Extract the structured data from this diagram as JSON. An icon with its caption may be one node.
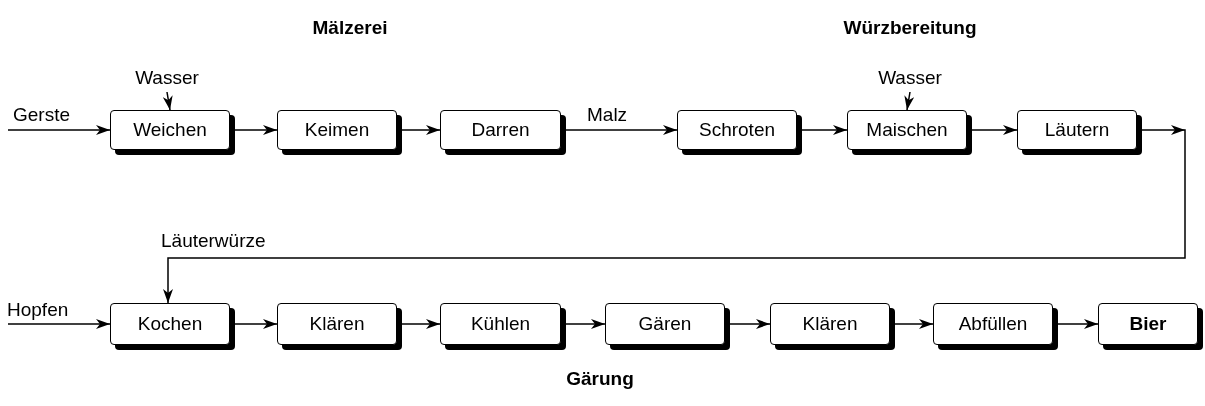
{
  "diagram": {
    "nodes": [
      {
        "text": [
          "Wasser"
        ]
      },
      {
        "text": [
          "Weichen"
        ]
      },
      {
        "text": [
          "Keimen"
        ]
      },
      {
        "text": [
          "Darren"
        ]
      },
      {
        "text": [
          "Schroten"
        ]
      },
      {
        "text": [
          "Wasser"
        ]
      },
      {
        "text": [
          "Maischen"
        ]
      },
      {
        "text": [
          "Läutern"
        ]
      },
      {
        "text": [
          "Kochen"
        ]
      },
      {
        "text": [
          "Klären"
        ]
      },
      {
        "text": [
          "Kühlen"
        ]
      },
      {
        "text": [
          "Gären"
        ]
      },
      {
        "text": [
          "Klären"
        ]
      },
      {
        "text": [
          "Abfüllen"
        ]
      },
      {
        "text": [
          "Bier"
        ]
      }
    ],
    "edges": [
      {
        "from": null,
        "to": 1,
        "arrow": "to",
        "label": "Gerste"
      },
      {
        "from": 0,
        "to": 1,
        "arrow": "to"
      },
      {
        "from": 1,
        "to": 2,
        "arrow": "to"
      },
      {
        "from": 2,
        "to": 3,
        "arrow": "to"
      },
      {
        "from": 3,
        "to": 4,
        "arrow": "to",
        "label": "Malz"
      },
      {
        "from": 5,
        "to": 6,
        "arrow": "to"
      },
      {
        "from": 4,
        "to": 6,
        "arrow": "to"
      },
      {
        "from": 6,
        "to": 7,
        "arrow": "to"
      },
      {
        "from": 7,
        "to": 8,
        "arrow": "to",
        "label": "Läuterwürze"
      },
      {
        "from": null,
        "to": 8,
        "arrow": "to",
        "label": "Hopfen"
      },
      {
        "from": 8,
        "to": 9,
        "arrow": "to"
      },
      {
        "from": 9,
        "to": 10,
        "arrow": "to"
      },
      {
        "from": 10,
        "to": 11,
        "arrow": "to"
      },
      {
        "from": 11,
        "to": 12,
        "arrow": "to"
      },
      {
        "from": 12,
        "to": 13,
        "arrow": "to"
      },
      {
        "from": 13,
        "to": 14,
        "arrow": "to"
      }
    ],
    "labels": [
      "Mälzerei",
      "Würzbereitung",
      "Gärung"
    ]
  }
}
